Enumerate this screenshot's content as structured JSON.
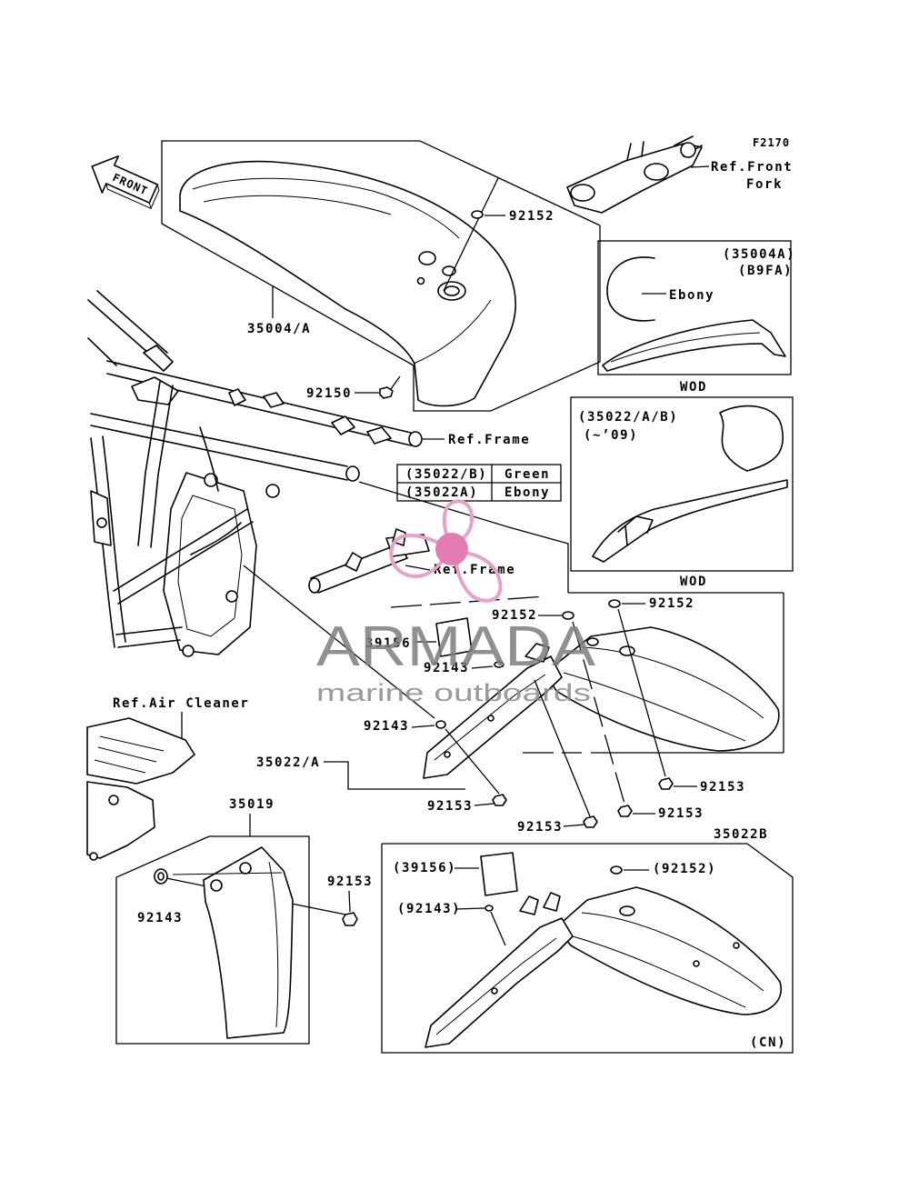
{
  "diagram_code": "F2170",
  "front_arrow": "FRONT",
  "refs": {
    "front_fork_line1": "Ref.Front",
    "front_fork_line2": "Fork",
    "frame_upper": "Ref.Frame",
    "frame_lower": "Ref.Frame",
    "air_cleaner": "Ref.Air Cleaner"
  },
  "callouts": {
    "p92152_front": "92152",
    "p35004a": "35004/A",
    "p92150": "92150",
    "p92152_left": "92152",
    "p92152_right": "92152",
    "p39156": "39156",
    "p92143_upper": "92143",
    "p35022a": "35022/A",
    "p92143_lower": "92143",
    "p92153_right": "92153",
    "p92153_left": "92153",
    "p92153_mid": "92153",
    "p92153_bottom": "92153",
    "p35019": "35019",
    "p92143_flap": "92143",
    "p92153_flap": "92153",
    "p35022b": "35022B"
  },
  "inset_front_fender": {
    "code": "(35004A)",
    "variant": "(B9FA)",
    "color": "Ebony",
    "market": "WOD"
  },
  "inset_rear_fender": {
    "code": "(35022/A/B)",
    "years": "(~’09)",
    "market": "WOD"
  },
  "color_table": {
    "rows": [
      {
        "code": "(35022/B)",
        "color": "Green"
      },
      {
        "code": "(35022A)",
        "color": "Ebony"
      }
    ]
  },
  "cn_box": {
    "p39156": "(39156)",
    "p92152": "(92152)",
    "p92143": "(92143)",
    "market": "(CN)"
  },
  "watermark": {
    "brand": "ARMADA",
    "tagline": "marine outboards"
  },
  "colors": {
    "line": "#000000",
    "watermark_pink": "#e8a2c8",
    "watermark_hub": "#e47bb3",
    "watermark_grey": "#7d7d7d"
  }
}
